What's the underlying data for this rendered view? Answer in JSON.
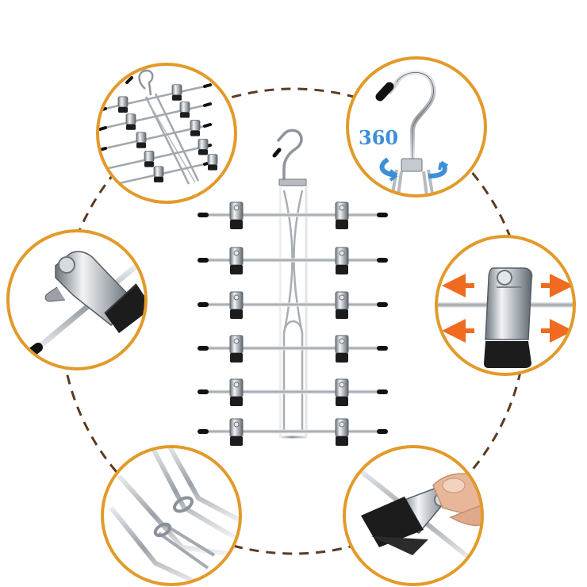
{
  "rotation_label": "360",
  "colors": {
    "ring": "#e29a2a",
    "dashed_circle": "#5a3c20",
    "chrome": "#9aa0a6",
    "chrome_dark": "#5e656c",
    "clip_pad": "#1c1c1c",
    "arrow": "#f06a1f",
    "rotation_arrow": "#3d8fd6",
    "skin": "#e8b79a"
  },
  "bubbles": [
    {
      "id": "top-left",
      "depicts": "folded-hanger-overview"
    },
    {
      "id": "top-right",
      "depicts": "swivel-hook"
    },
    {
      "id": "mid-left",
      "depicts": "clip-closeup"
    },
    {
      "id": "mid-right",
      "depicts": "sliding-clip"
    },
    {
      "id": "bottom-left",
      "depicts": "wire-frame-joint"
    },
    {
      "id": "bottom-right",
      "depicts": "hand-pressing-clip"
    }
  ]
}
